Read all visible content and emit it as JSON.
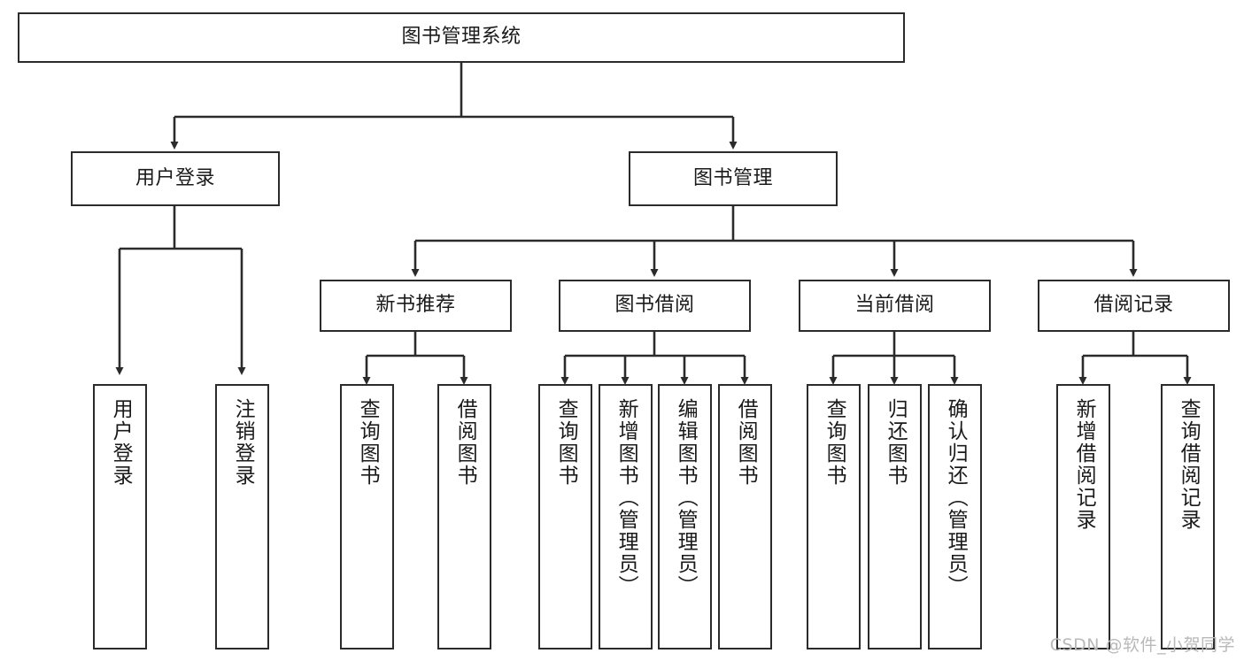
{
  "diagram": {
    "title": "图书管理系统",
    "type": "tree-hierarchy-diagram",
    "colors": {
      "box_border": "#2b2b2b",
      "box_fill": "#ffffff",
      "edge": "#2b2b2b",
      "text": "#1a1a1a",
      "watermark": "#b9b9b9",
      "background": "#ffffff"
    },
    "nodes": {
      "root": {
        "label": "图书管理系统"
      },
      "level2": [
        {
          "label": "用户登录"
        },
        {
          "label": "图书管理"
        }
      ],
      "level3": [
        {
          "label": "新书推荐"
        },
        {
          "label": "图书借阅"
        },
        {
          "label": "当前借阅"
        },
        {
          "label": "借阅记录"
        }
      ],
      "leaves": {
        "user_login": [
          {
            "label": "用户登录"
          },
          {
            "label": "注销登录"
          }
        ],
        "new_book_recommend": [
          {
            "label": "查询图书"
          },
          {
            "label": "借阅图书"
          }
        ],
        "book_borrow": [
          {
            "label": "查询图书"
          },
          {
            "label": "新增图书（管理员）"
          },
          {
            "label": "编辑图书（管理员）"
          },
          {
            "label": "借阅图书"
          }
        ],
        "current_borrow": [
          {
            "label": "查询图书"
          },
          {
            "label": "归还图书"
          },
          {
            "label": "确认归还（管理员）"
          }
        ],
        "borrow_record": [
          {
            "label": "新增借阅记录"
          },
          {
            "label": "查询借阅记录"
          }
        ]
      }
    },
    "watermark": "CSDN @软件_小贺同学"
  }
}
